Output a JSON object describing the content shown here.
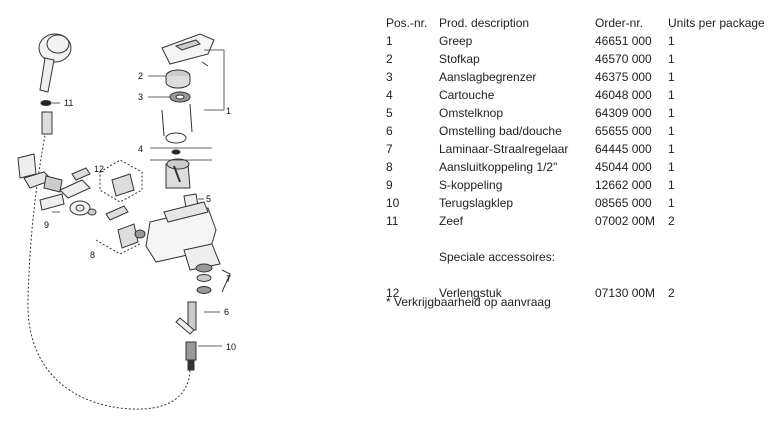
{
  "table": {
    "headers": [
      "Pos.-nr.",
      "Prod. description",
      "Order-nr.",
      "Units per package"
    ],
    "rows": [
      {
        "pos": "1",
        "desc": "Greep",
        "order": "46651 000",
        "units": "1"
      },
      {
        "pos": "2",
        "desc": "Stofkap",
        "order": "46570 000",
        "units": "1"
      },
      {
        "pos": "3",
        "desc": "Aanslagbegrenzer",
        "order": "46375 000",
        "units": "1"
      },
      {
        "pos": "4",
        "desc": "Cartouche",
        "order": "46048 000",
        "units": "1"
      },
      {
        "pos": "5",
        "desc": "Omstelknop",
        "order": "64309 000",
        "units": "1"
      },
      {
        "pos": "6",
        "desc": "Omstelling bad/douche",
        "order": "65655 000",
        "units": "1"
      },
      {
        "pos": "7",
        "desc": "Laminaar-Straalregelaar",
        "order": "64445 000",
        "units": "1"
      },
      {
        "pos": "8",
        "desc": "Aansluitkoppeling 1/2\"",
        "order": "45044 000",
        "units": "1"
      },
      {
        "pos": "9",
        "desc": "S-koppeling",
        "order": "12662 000",
        "units": "1"
      },
      {
        "pos": "10",
        "desc": "Terugslagklep",
        "order": "08565 000",
        "units": "1"
      },
      {
        "pos": "11",
        "desc": "Zeef",
        "order": "07002 00M",
        "units": "2"
      }
    ],
    "section_title": "Speciale accessoires:",
    "accessories": [
      {
        "pos": "12",
        "desc": "Verlengstuk",
        "order": "07130 00M",
        "units": "2"
      }
    ],
    "footnote": "* Verkrijgbaarheid op aanvraag"
  },
  "diagram": {
    "callouts": [
      "1",
      "2",
      "3",
      "4",
      "5",
      "6",
      "7",
      "8",
      "9",
      "10",
      "11",
      "12"
    ]
  }
}
